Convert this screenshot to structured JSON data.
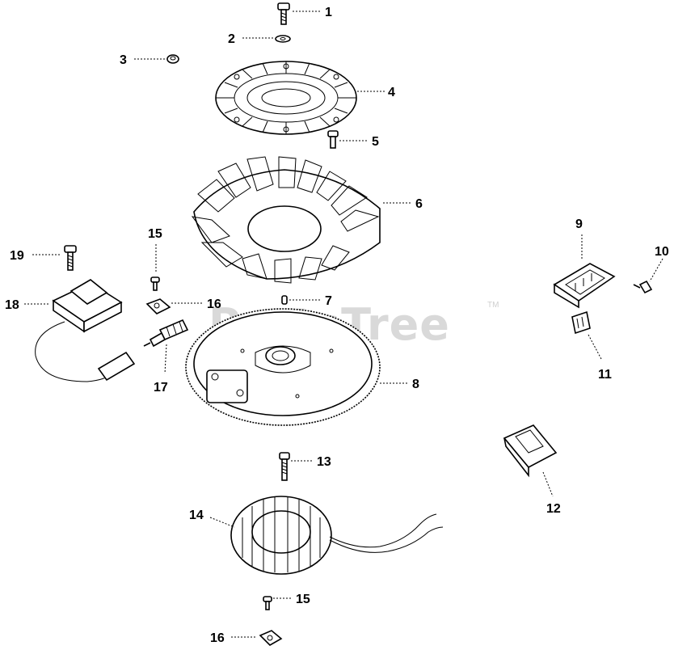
{
  "watermark": {
    "text": "PartsTree",
    "mark": "TM"
  },
  "callouts": {
    "c1": "1",
    "c2": "2",
    "c3": "3",
    "c4": "4",
    "c5": "5",
    "c6": "6",
    "c7": "7",
    "c8": "8",
    "c9": "9",
    "c10": "10",
    "c11": "11",
    "c12": "12",
    "c13": "13",
    "c14": "14",
    "c15a": "15",
    "c15b": "15",
    "c16a": "16",
    "c16b": "16",
    "c17": "17",
    "c18": "18",
    "c19": "19"
  }
}
